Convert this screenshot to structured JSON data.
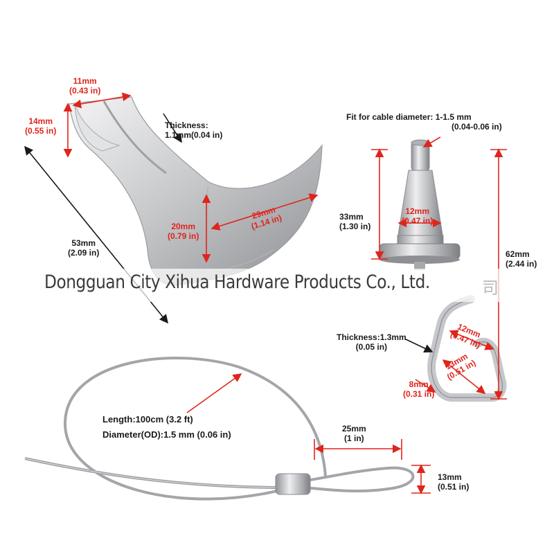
{
  "watermark": {
    "company": "Dongguan City Xihua Hardware Products Co., Ltd.",
    "trailing_char": "司"
  },
  "hook": {
    "top_width": [
      "11mm",
      "(0.43 in)"
    ],
    "top_height": [
      "14mm",
      "(0.55 in)"
    ],
    "thickness": [
      "Thickness:",
      "1.1mm(0.04 in)"
    ],
    "length": [
      "53mm",
      "(2.09 in)"
    ],
    "slot_height": [
      "20mm",
      "(0.79 in)"
    ],
    "slot_width": [
      "29mm",
      "(1.14 in)"
    ]
  },
  "gripper": {
    "fit": [
      "Fit for cable diameter: 1-1.5 mm",
      "(0.04-0.06 in)"
    ],
    "body_height": [
      "33mm",
      "(1.30 in)"
    ],
    "body_width": [
      "12mm",
      "(0.47 in)"
    ],
    "total_height": [
      "62mm",
      "(2.44 in)"
    ],
    "hook_thickness": [
      "Thickness:1.3mm",
      "(0.05 in)"
    ],
    "hook_width": [
      "12mm",
      "(0.47 in)"
    ],
    "hook_depth": [
      "13mm",
      "(0.51 in)"
    ],
    "hook_tip": [
      "8mm",
      "(0.31 in)"
    ]
  },
  "cable": {
    "length": "Length:100cm (3.2 ft)",
    "diameter": "Diameter(OD):1.5 mm (0.06 in)",
    "loop_width": [
      "25mm",
      "(1 in)"
    ],
    "loop_height": [
      "13mm",
      "(0.51 in)"
    ]
  },
  "colors": {
    "dimension": "#e0241b",
    "metal": "#c8c9cb",
    "text": "#1a1a1a"
  }
}
